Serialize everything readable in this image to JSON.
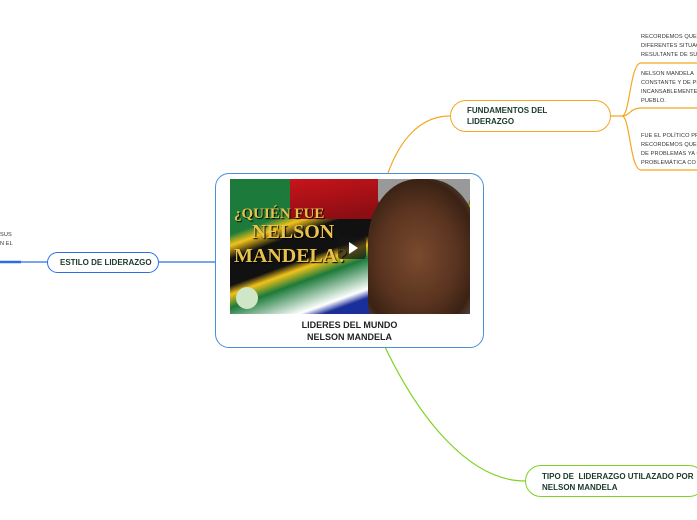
{
  "central": {
    "title_line1": "LIDERES DEL MUNDO",
    "title_line2": "NELSON MANDELA",
    "image": {
      "caption_line1": "¿QUIÉN FUE",
      "caption_line2": "NELSON",
      "caption_line3": "MANDELA?",
      "play_icon": "play-icon"
    }
  },
  "nodes": {
    "fundamentos": {
      "label": "FUNDAMENTOS DEL\nLIDERAZGO",
      "color": "#f5a623"
    },
    "tipo": {
      "label": "TIPO DE  LIDERAZGO UTILAZADO POR\nNELSON MANDELA",
      "color": "#7ed321"
    },
    "estilo": {
      "label": "ESTILO DE LIDERAZGO",
      "color": "#2b6de8"
    }
  },
  "fundamentos_children": [
    "RECORDEMOS QUE\nDIFERENTES SITUAC\nRESULTANTE DE SU",
    "NELSON MANDELA\nCONSTANTE Y DE PI\nINCANSABLEMENTE\nPUEBLO.",
    "FUE EL POLÍTICO PR\nRECORDEMOS QUE\nDE PROBLEMAS YA C\nPROBLEMÁTICA CO"
  ],
  "estilo_child_fragment": "SUS\nN EL"
}
